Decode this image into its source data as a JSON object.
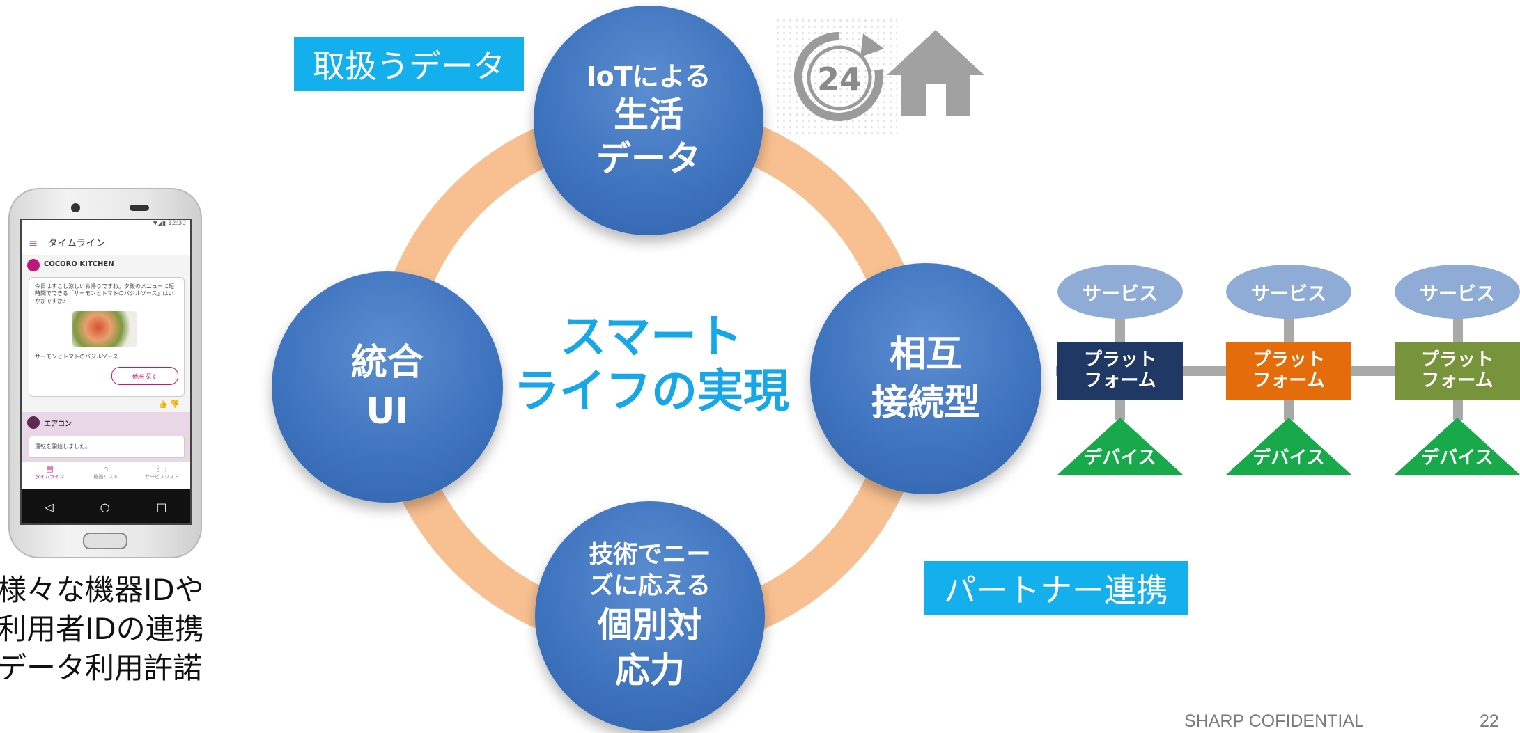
{
  "labels": {
    "data_handled": "取扱うデータ",
    "partner": "パートナー連携"
  },
  "center": {
    "line1": "スマート",
    "line2": "ライフの実現"
  },
  "circles": {
    "top": {
      "line1": "IoTによる",
      "line2": "生活",
      "line3": "データ"
    },
    "left": {
      "line1": "統合",
      "line2": "UI"
    },
    "right": {
      "line1": "相互",
      "line2": "接続型"
    },
    "bottom": {
      "line1": "技術でニー",
      "line2": "ズに応える",
      "line3": "個別対",
      "line4": "応力"
    }
  },
  "icons": {
    "badge_24": "24"
  },
  "network": {
    "columns": [
      {
        "service": "サービス",
        "platform_line1": "プラット",
        "platform_line2": "フォーム",
        "device": "デバイス",
        "platform_color": "#1f3864"
      },
      {
        "service": "サービス",
        "platform_line1": "プラット",
        "platform_line2": "フォーム",
        "device": "デバイス",
        "platform_color": "#e46c0a"
      },
      {
        "service": "サービス",
        "platform_line1": "プラット",
        "platform_line2": "フォーム",
        "device": "デバイス",
        "platform_color": "#77933c"
      }
    ]
  },
  "phone": {
    "status_time": "12:30",
    "app_title": "タイムライン",
    "card1_title": "COCORO KITCHEN",
    "card1_text": "今日はすこし涼しいお帰りですね。夕飯のメニューに短時間でできる「サーモンとトマトのバジルソース」はいかがですか?",
    "card1_recipe": "サーモンとトマトのバジルソース",
    "card1_button": "他を探す",
    "card2_title": "エアコン",
    "card2_text": "運転を開始しました。",
    "nav1": "タイムライン",
    "nav2": "機器リスト",
    "nav3": "サービスリスト"
  },
  "caption": {
    "line1": "様々な機器IDや",
    "line2": "利用者IDの連携",
    "line3": "データ利用許諾"
  },
  "footer": {
    "confidential": "SHARP COFIDENTIAL",
    "page": "22"
  },
  "colors": {
    "ring": "#f8c090",
    "circle": "#3f74bf",
    "label_bg": "#14b0ee",
    "service": "#8eacd6",
    "device": "#17a94a",
    "connector": "#a9a9a9"
  }
}
